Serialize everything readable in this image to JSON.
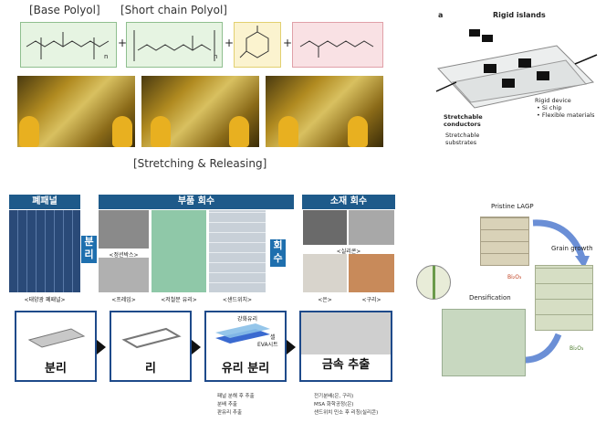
{
  "top_left": {
    "label_base": "[Base Polyol]",
    "label_short": "[Short chain Polyol]",
    "plus": "+",
    "n": "n",
    "stretch_caption": "[Stretching & Releasing]"
  },
  "top_right": {
    "panel_letter": "a",
    "rigid_islands": "Rigid islands",
    "rigid_device": "Rigid device",
    "bullet1": "• Si chip",
    "bullet2": "• Flexible materials",
    "stretch_cond_1": "Stretchable",
    "stretch_cond_2": "conductors",
    "stretch_sub_1": "Stretchable",
    "stretch_sub_2": "substrates"
  },
  "recycle": {
    "hdr_waste": "폐패널",
    "hdr_parts": "부품 회수",
    "hdr_material": "소재 회수",
    "side1": [
      "분",
      "리"
    ],
    "side2": [
      "회",
      "수"
    ],
    "cap_solar": "<태양광 폐패널>",
    "cap_junction": "<정션박스>",
    "cap_frame": "<프레임>",
    "cap_glass": "<저철분 유리>",
    "cap_sandwich": "<샌드위치>",
    "cap_silicon": "<실리콘>",
    "cap_silver": "<은>",
    "cap_copper": "<구리>",
    "box1": "분리",
    "box2": "리",
    "box3": "유리 분리",
    "box4": "금속 추출",
    "tag_glass": "강화유리",
    "tag_cell": "셀",
    "tag_eva": "EVA시트",
    "notes_left": [
      "패널 분해 후 추출",
      "분배 추출",
      "판유리 추출"
    ],
    "notes_right": [
      "전기분배(은, 구리)",
      "MSA 화학공정(은)",
      "샌드위치 민소 후 리칭(실리콘)"
    ]
  },
  "lagp": {
    "pristine": "Pristine LAGP",
    "grain": "Grain growth",
    "dens": "Densification",
    "bio1": "Bi₂O₃",
    "bio2": "Bi₂O₃"
  },
  "colors": {
    "accent": "#1e5a8a",
    "arrow": "#6b8fd6"
  }
}
